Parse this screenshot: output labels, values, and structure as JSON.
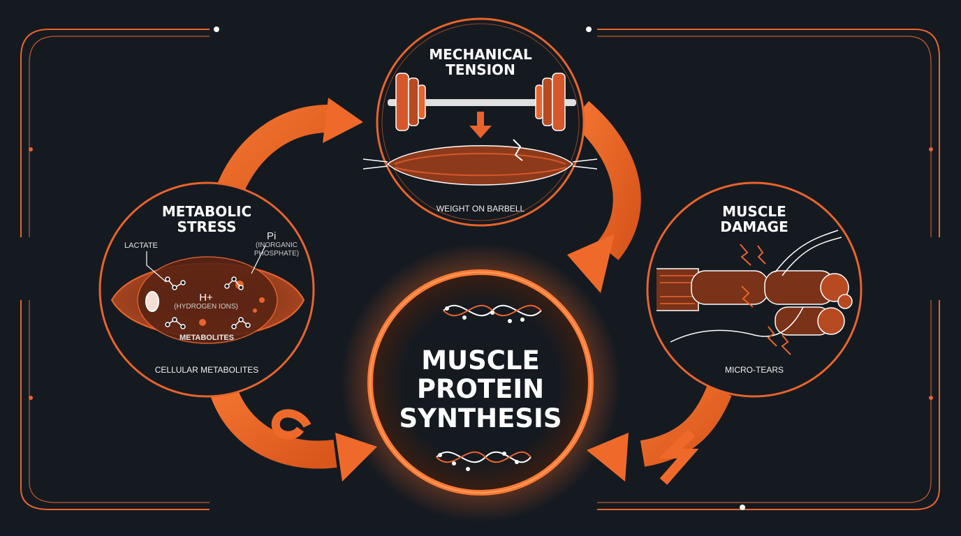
{
  "colors": {
    "background": "#151a21",
    "accent": "#e8642c",
    "glow": "#ff7a33",
    "text": "#ffffff"
  },
  "center": {
    "title_line1": "MUSCLE",
    "title_line2": "PROTEIN",
    "title_line3": "SYNTHESIS"
  },
  "tension": {
    "title_line1": "MECHANICAL",
    "title_line2": "TENSION",
    "caption": "WEIGHT ON BARBELL"
  },
  "metabolic": {
    "title_line1": "METABOLIC",
    "title_line2": "STRESS",
    "lactate": "LACTATE",
    "pi": "Pi",
    "pi_desc_line1": "(INORGANIC",
    "pi_desc_line2": "PHOSPHATE)",
    "h_plus": "H+",
    "h_desc": "(HYDROGEN IONS)",
    "inner_label": "METABOLITES",
    "caption": "CELLULAR METABOLITES"
  },
  "damage": {
    "title_line1": "MUSCLE",
    "title_line2": "DAMAGE",
    "caption": "MICRO-TEARS"
  },
  "icons": [
    "barbell-icon",
    "muscle-fiber-icon",
    "dna-helix-icon",
    "molecule-icon",
    "lightning-icon"
  ]
}
